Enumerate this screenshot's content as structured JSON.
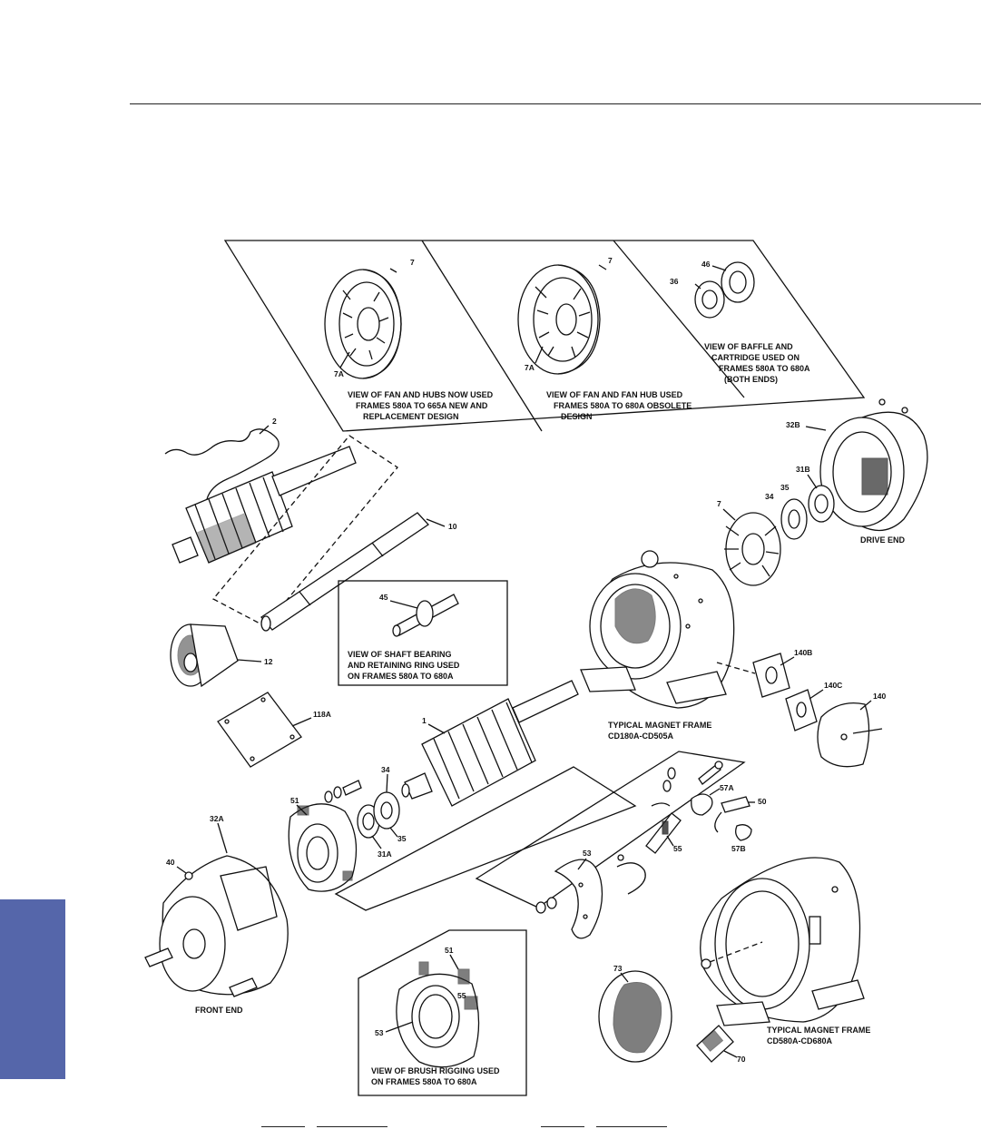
{
  "colors": {
    "side_tab": "#5566aa",
    "ink": "#111111"
  },
  "captions": {
    "fan_new": [
      "VIEW OF FAN AND HUBS NOW USED",
      "FRAMES 580A TO 665A NEW AND",
      "REPLACEMENT DESIGN"
    ],
    "fan_obsolete": [
      "VIEW OF FAN AND FAN HUB USED",
      "FRAMES 580A TO 680A OBSOLETE",
      "DESIGN"
    ],
    "baffle": [
      "VIEW OF BAFFLE AND",
      "CARTRIDGE USED ON",
      "FRAMES 580A TO 680A",
      "(BOTH ENDS)"
    ],
    "shaft_bearing": [
      "VIEW OF SHAFT BEARING",
      "AND RETAINING RING USED",
      "ON FRAMES 580A TO 680A"
    ],
    "magnet_frame_small": [
      "TYPICAL MAGNET FRAME",
      "CD180A-CD505A"
    ],
    "magnet_frame_large": [
      "TYPICAL MAGNET FRAME",
      "CD580A-CD680A"
    ],
    "brush_rigging": [
      "VIEW OF BRUSH RIGGING USED",
      "ON FRAMES 580A TO 680A"
    ],
    "drive_end": "DRIVE END",
    "front_end": "FRONT END"
  },
  "part_labels": {
    "fan_new_7": "7",
    "fan_new_7a": "7A",
    "fan_obs_7": "7",
    "fan_obs_7a": "7A",
    "baffle_46": "46",
    "baffle_36": "36",
    "p2": "2",
    "p10": "10",
    "p12": "12",
    "p45": "45",
    "p118a": "118A",
    "p32b": "32B",
    "p31b": "31B",
    "p35_drive": "35",
    "p34_drive": "34",
    "p7_drive": "7",
    "p140b": "140B",
    "p140c": "140C",
    "p140": "140",
    "p1": "1",
    "p34": "34",
    "p51": "51",
    "p32a": "32A",
    "p40": "40",
    "p31a": "31A",
    "p35": "35",
    "p53": "53",
    "p55": "55",
    "p57a": "57A",
    "p50": "50",
    "p57b": "57B",
    "p73": "73",
    "p70": "70",
    "rig_51": "51",
    "rig_55": "55",
    "rig_53": "53"
  }
}
